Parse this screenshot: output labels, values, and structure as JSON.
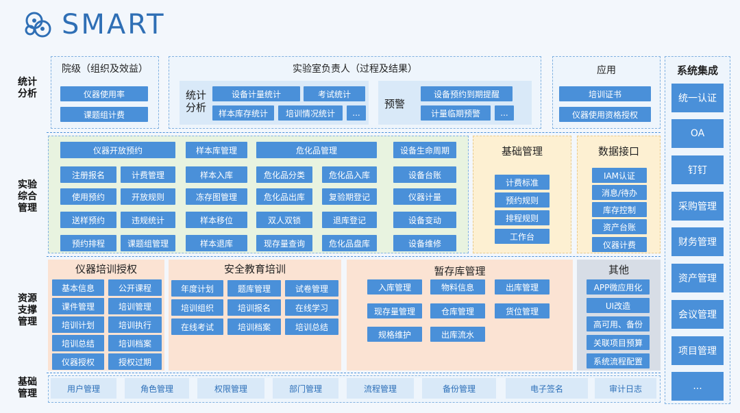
{
  "logo": {
    "text": "SMART"
  },
  "row_labels": {
    "stats": "统计\n分析",
    "lab": "实验\n综合\n管理",
    "resource": "资源\n支撑\n管理",
    "base": "基础\n管理"
  },
  "dean": {
    "title": "院级（组织及效益）",
    "items": [
      "仪器使用率",
      "课题组计费"
    ]
  },
  "lab_head": {
    "title": "实验室负责人（过程及结果）",
    "stats_label": "统计\n分析",
    "stats_items": [
      "设备计量统计",
      "考试统计",
      "样本库存统计",
      "培训情况统计",
      "..."
    ],
    "warn_label": "预警",
    "warn_items": [
      "设备预约到期提醒",
      "计量临期预警",
      "..."
    ]
  },
  "app": {
    "title": "应用",
    "items": [
      "培训证书",
      "仪器使用资格授权"
    ]
  },
  "lab_mgmt": {
    "headers": [
      "仪器开放预约",
      "样本库管理",
      "危化品管理",
      "设备生命周期"
    ],
    "col1": [
      "注册报名",
      "使用预约",
      "送样预约",
      "预约排程"
    ],
    "col2": [
      "计费管理",
      "开放规则",
      "违规统计",
      "课题组管理"
    ],
    "col3": [
      "样本入库",
      "冻存图管理",
      "样本移位",
      "样本退库"
    ],
    "col4": [
      "危化品分类",
      "危化品出库",
      "双人双锁",
      "现存量查询"
    ],
    "col5": [
      "危化品入库",
      "复验期登记",
      "退库登记",
      "危化品盘库"
    ],
    "col6": [
      "设备台账",
      "仪器计量",
      "设备变动",
      "设备维修"
    ]
  },
  "base_mgmt": {
    "title": "基础管理",
    "items": [
      "计费标准",
      "预约规则",
      "排程规则",
      "工作台"
    ]
  },
  "data_api": {
    "title": "数据接口",
    "items": [
      "IAM认证",
      "消息/待办",
      "库存控制",
      "资产台账",
      "仪器计费"
    ]
  },
  "training": {
    "title": "仪器培训授权",
    "left": [
      "基本信息",
      "课件管理",
      "培训计划",
      "培训总结",
      "仪器授权"
    ],
    "right": [
      "公开课程",
      "培训管理",
      "培训执行",
      "培训档案",
      "授权过期"
    ]
  },
  "safety": {
    "title": "安全教育培训",
    "rows": [
      [
        "年度计划",
        "题库管理",
        "试卷管理"
      ],
      [
        "培训组织",
        "培训报名",
        "在线学习"
      ],
      [
        "在线考试",
        "培训档案",
        "培训总结"
      ]
    ]
  },
  "storage": {
    "title": "暂存库管理",
    "rows": [
      [
        "入库管理",
        "物料信息",
        "出库管理"
      ],
      [
        "现存量管理",
        "仓库管理",
        "货位管理"
      ],
      [
        "规格维护",
        "出库流水"
      ]
    ]
  },
  "other": {
    "title": "其他",
    "items": [
      "APP微应用化",
      "UI改造",
      "高可用、备份",
      "关联项目预算",
      "系统流程配置"
    ]
  },
  "foundation": {
    "items": [
      "用户管理",
      "角色管理",
      "权限管理",
      "部门管理",
      "流程管理",
      "备份管理",
      "电子签名",
      "审计日志"
    ]
  },
  "integration": {
    "title": "系统集成",
    "items": [
      "统一认证",
      "OA",
      "钉钉",
      "采购管理",
      "财务管理",
      "资产管理",
      "会议管理",
      "项目管理",
      "..."
    ]
  },
  "colors": {
    "primary": "#4a90d9",
    "light": "#d9e9f8",
    "green_panel": "#e8f3e0",
    "yellow_panel": "#fdf0d2",
    "peach_panel": "#fbe3d3",
    "gray_panel": "#d7dde6"
  }
}
